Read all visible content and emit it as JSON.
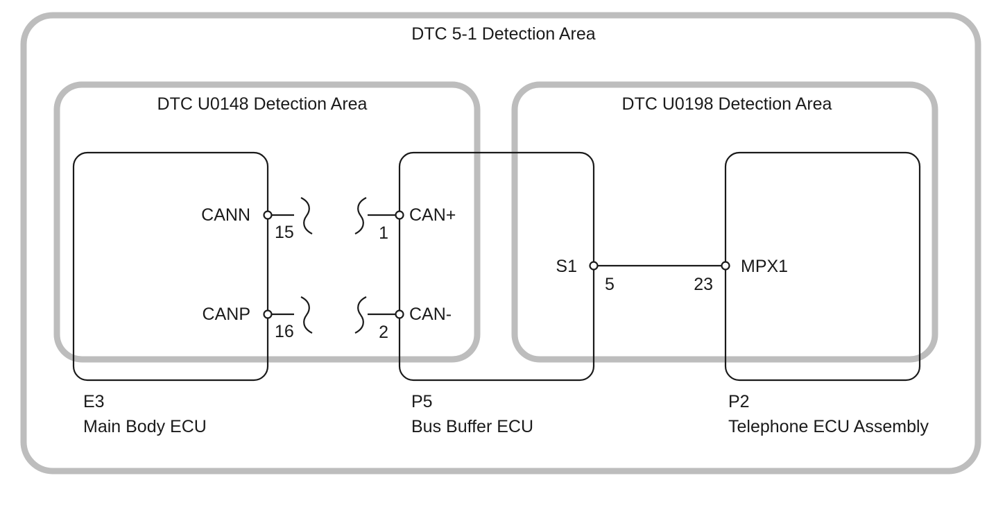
{
  "areas": {
    "outer": "DTC 5-1 Detection Area",
    "left": "DTC U0148 Detection Area",
    "right": "DTC U0198 Detection Area"
  },
  "ecus": {
    "e3": {
      "code": "E3",
      "name": "Main Body ECU",
      "pins": [
        {
          "signal": "CANN",
          "number": "15"
        },
        {
          "signal": "CANP",
          "number": "16"
        }
      ]
    },
    "p5": {
      "code": "P5",
      "name": "Bus Buffer ECU",
      "pins": [
        {
          "signal": "CAN+",
          "number": "1"
        },
        {
          "signal": "CAN-",
          "number": "2"
        },
        {
          "signal": "S1",
          "number": "5"
        }
      ]
    },
    "p2": {
      "code": "P2",
      "name": "Telephone ECU Assembly",
      "pins": [
        {
          "signal": "MPX1",
          "number": "23"
        }
      ]
    }
  }
}
